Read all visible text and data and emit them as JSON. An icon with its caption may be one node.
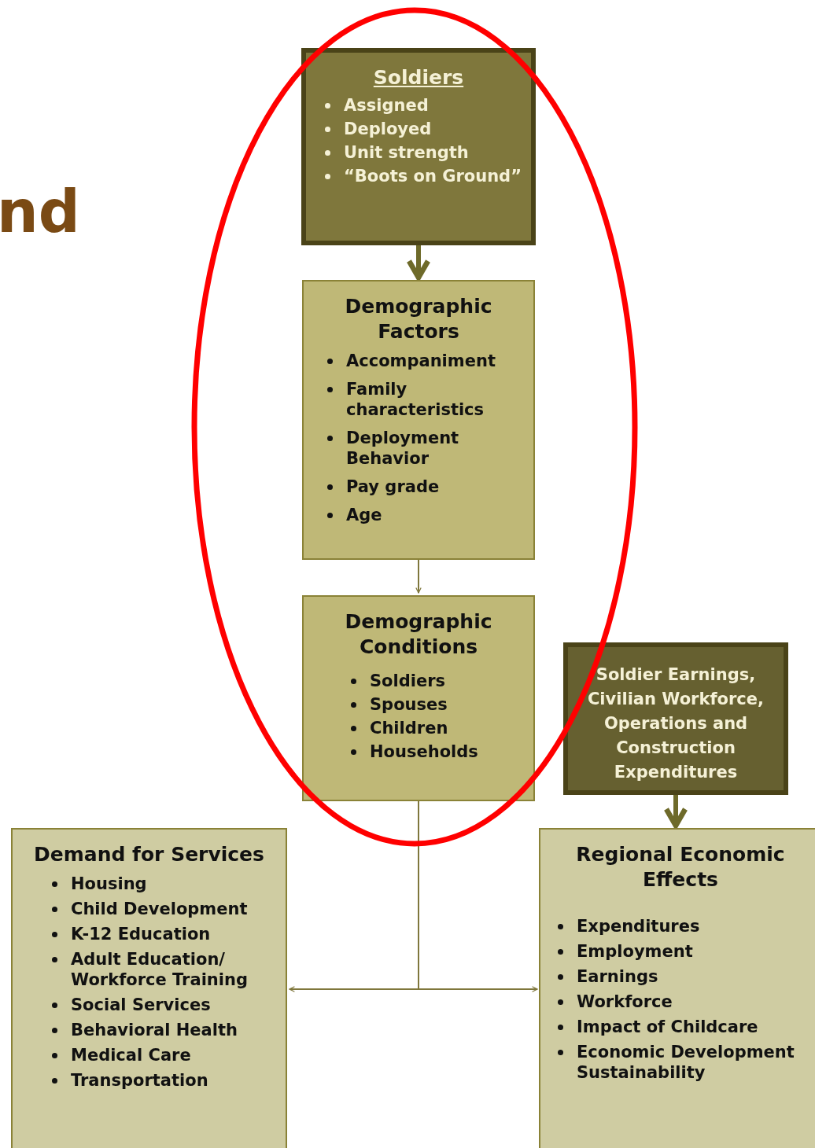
{
  "diagram": {
    "nodes": [
      {
        "text": [
          "Soldiers",
          "Assigned",
          "Deployed",
          "Unit strength",
          "“Boots on Ground”"
        ]
      },
      {
        "text": [
          "Demographic Factors",
          "Accompaniment",
          "Family characteristics",
          "Deployment Behavior",
          "Pay grade",
          "Age"
        ]
      },
      {
        "text": [
          "Demographic Conditions",
          "Soldiers",
          "Spouses",
          "Children",
          "Households"
        ]
      },
      {
        "text": [
          "Soldier Earnings, Civilian Workforce, Operations and Construction Expenditures"
        ]
      },
      {
        "text": [
          "Demand for Services",
          "Housing",
          "Child Development",
          "K-12 Education",
          "Adult Education/ Workforce Training",
          "Social Services",
          "Behavioral Health",
          "Medical Care",
          "Transportation"
        ]
      },
      {
        "text": [
          "Regional Economic Effects",
          "Expenditures",
          "Employment",
          "Earnings",
          "Workforce",
          "Impact of Childcare",
          "Economic Development Sustainability"
        ]
      }
    ],
    "edges": [
      {
        "from": 0,
        "to": 1,
        "arrow": "to",
        "style": "thick"
      },
      {
        "from": 1,
        "to": 2,
        "arrow": "to"
      },
      {
        "from": 2,
        "to": 4,
        "arrow": "to"
      },
      {
        "from": 2,
        "to": 5,
        "arrow": "to"
      },
      {
        "from": 3,
        "to": 5,
        "arrow": "to",
        "style": "thick"
      }
    ],
    "labels": [
      "nd"
    ]
  }
}
